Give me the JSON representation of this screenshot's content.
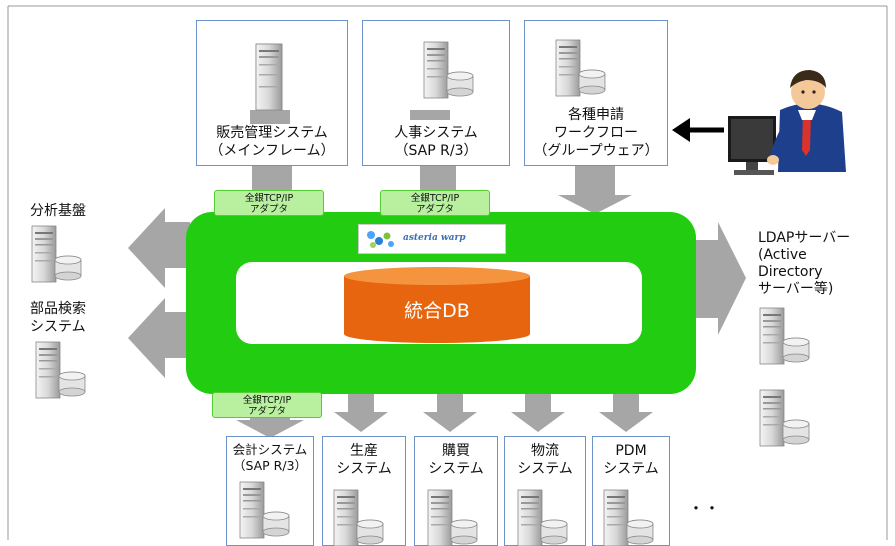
{
  "top_systems": [
    {
      "line1": "販売管理システム",
      "line2": "（メインフレーム）"
    },
    {
      "line1": "人事システム",
      "line2": "（SAP R/3）"
    },
    {
      "line1": "各種申請",
      "line2": "ワークフロー",
      "line3": "（グループウェア）"
    }
  ],
  "adapters": [
    {
      "line1": "全銀TCP/IP",
      "line2": "アダプタ"
    },
    {
      "line1": "全銀TCP/IP",
      "line2": "アダプタ"
    },
    {
      "line1": "全銀TCP/IP",
      "line2": "アダプタ"
    }
  ],
  "hub": {
    "logo_text": "asteria warp",
    "db_label": "統合DB"
  },
  "left_systems": [
    {
      "line1": "分析基盤"
    },
    {
      "line1": "部品検索",
      "line2": "システム"
    }
  ],
  "right_system": {
    "line1": "LDAPサーバー",
    "line2": "(Active",
    "line3": "Directory",
    "line4": "サーバー等)"
  },
  "bottom_systems": [
    {
      "line1": "会計システム",
      "line2": "（SAP R/3）"
    },
    {
      "line1": "生産",
      "line2": "システム"
    },
    {
      "line1": "購買",
      "line2": "システム"
    },
    {
      "line1": "物流",
      "line2": "システム"
    },
    {
      "line1": "PDM",
      "line2": "システム"
    }
  ],
  "ellipsis": "・・",
  "colors": {
    "hub_green": "#22cc11",
    "db_orange": "#e8650f",
    "arrow_gray": "#a6a6a6",
    "box_border": "#6b93c7",
    "adapter_fill": "#b8f0a0"
  }
}
